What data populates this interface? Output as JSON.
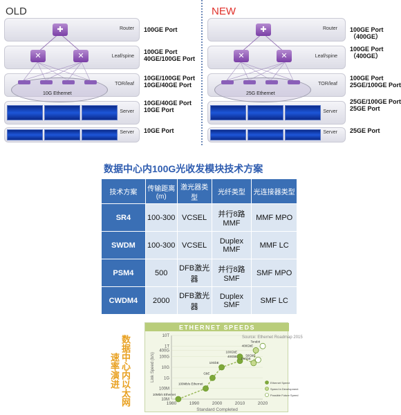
{
  "diagram": {
    "old_label": "OLD",
    "new_label": "NEW",
    "tiers": [
      "Router",
      "Leaf/spine",
      "TOR/leaf",
      "Server",
      "Server"
    ],
    "old_ethernet": "10G Ethernet",
    "new_ethernet": "25G Ethernet",
    "old_ports": [
      "100GE Port",
      "100GE Port\n40GE/100GE Port",
      "10GE/100GE Port\n10GE/40GE Port",
      "10GE/40GE Port\n10GE Port",
      "10GE Port"
    ],
    "new_ports": [
      "100GE Port\n（400GE）",
      "100GE Port\n（400GE）",
      "100GE Port\n25GE/100GE Port",
      "25GE/100GE Port\n25GE Port",
      "25GE Port"
    ]
  },
  "table": {
    "caption": "数据中心内100G光收发模块技术方案",
    "headers": [
      "技术方案",
      "传输距离(m)",
      "激光器类型",
      "光纤类型",
      "光连接器类型"
    ],
    "rows": [
      [
        "SR4",
        "100-300",
        "VCSEL",
        "并行8路MMF",
        "MMF MPO"
      ],
      [
        "SWDM",
        "100-300",
        "VCSEL",
        "Duplex MMF",
        "MMF LC"
      ],
      [
        "PSM4",
        "500",
        "DFB激光器",
        "并行8路SMF",
        "SMF MPO"
      ],
      [
        "CWDM4",
        "2000",
        "DFB激光器",
        "Duplex SMF",
        "SMF LC"
      ]
    ]
  },
  "side_caption": [
    "数据中心内以太网",
    "速率演进"
  ],
  "chart_data": {
    "type": "line",
    "title": "ETHERNET SPEEDS",
    "xlabel": "Standard Completed",
    "ylabel": "Link Speed (b/s)",
    "x_ticks": [
      1980,
      1990,
      2000,
      2010,
      2020
    ],
    "y_ticks": [
      "10M",
      "100M",
      "1G",
      "10G",
      "100G",
      "400G",
      "1T",
      "10T"
    ],
    "legend": [
      "Ethernet Speed",
      "Speed in Development",
      "Possible Future Speed"
    ],
    "series": [
      {
        "name": "Ethernet Speed",
        "points": [
          [
            1983,
            "10M"
          ],
          [
            1995,
            "100M"
          ],
          [
            1998,
            "1G"
          ],
          [
            2002,
            "10G"
          ],
          [
            2010,
            "40G"
          ],
          [
            2010,
            "100G"
          ]
        ],
        "labels": [
          "10Mb/s Ethernet",
          "100Mb/s Ethernet",
          "GbE",
          "10GbE",
          "40GbE",
          "100GbE"
        ]
      },
      {
        "name": "Speed in Development",
        "points": [
          [
            2016,
            "25G"
          ],
          [
            2017,
            "400G"
          ]
        ],
        "labels": [
          "25GbE",
          "400GbE"
        ]
      },
      {
        "name": "Possible Future Speed",
        "points": [
          [
            2018,
            "50G"
          ],
          [
            2020,
            "1T"
          ]
        ],
        "labels": [
          "50GbE",
          "Terabit"
        ]
      }
    ],
    "annotation": "Source: Ethernet Roadmap 2015"
  }
}
